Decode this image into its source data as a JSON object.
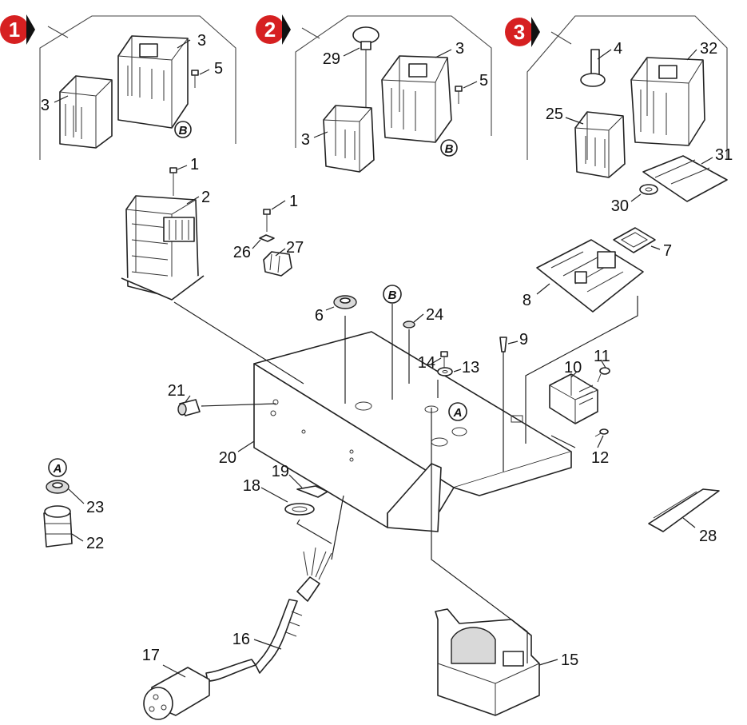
{
  "badges": [
    {
      "num": "1",
      "color": "#d62021"
    },
    {
      "num": "2",
      "color": "#d62021"
    },
    {
      "num": "3",
      "color": "#d62021"
    }
  ],
  "circle_refs": {
    "group1_b": "B",
    "group2_b": "B",
    "base_b": "B",
    "base_a": "A",
    "side_a": "A"
  },
  "labels": {
    "g1_3a": "3",
    "g1_3b": "3",
    "g1_5": "5",
    "g2_29": "29",
    "g2_3a": "3",
    "g2_3b": "3",
    "g2_5": "5",
    "g3_4": "4",
    "g3_32": "32",
    "g3_25": "25",
    "g3_31": "31",
    "g3_30": "30",
    "p1a": "1",
    "p2": "2",
    "p1b": "1",
    "p26": "26",
    "p27": "27",
    "p7": "7",
    "p8": "8",
    "p6": "6",
    "p24": "24",
    "p9": "9",
    "p14": "14",
    "p13": "13",
    "p11": "11",
    "p10": "10",
    "p12": "12",
    "p21": "21",
    "p20": "20",
    "p19": "19",
    "p18": "18",
    "p23": "23",
    "p22": "22",
    "p28": "28",
    "p16": "16",
    "p17": "17",
    "p15": "15"
  }
}
